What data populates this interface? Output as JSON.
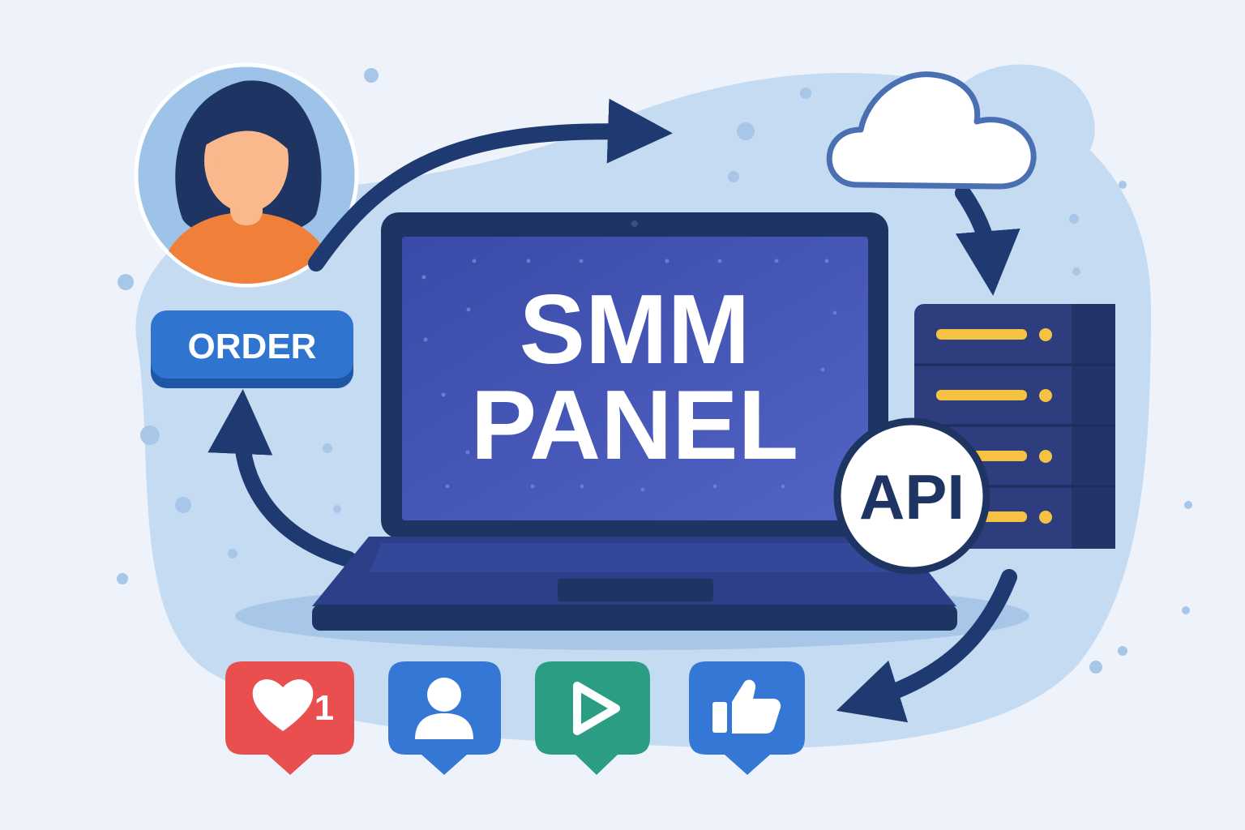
{
  "screen": {
    "title_line1": "SMM",
    "title_line2": "PANEL"
  },
  "order_button": {
    "label": "ORDER"
  },
  "api_badge": {
    "label": "API"
  },
  "social_icons": [
    {
      "name": "like-notification",
      "icon": "heart-icon",
      "count": "1",
      "color": "#e94f4f"
    },
    {
      "name": "follower-notification",
      "icon": "user-icon",
      "color": "#3477d4"
    },
    {
      "name": "view-notification",
      "icon": "play-icon",
      "color": "#2a9d84"
    },
    {
      "name": "thumbs-up-notification",
      "icon": "thumbs-up-icon",
      "color": "#3477d4"
    }
  ],
  "colors": {
    "navy": "#1e3a70",
    "screen": "#3f4fae",
    "order_blue": "#2f74cf",
    "server": "#2d3d7e",
    "server_bar": "#f5c242",
    "avatar_bg": "#9dc3e8",
    "shirt": "#f07f3a",
    "skin": "#f9b98c",
    "hair": "#1e3462",
    "blob": "#c5dbf2"
  }
}
